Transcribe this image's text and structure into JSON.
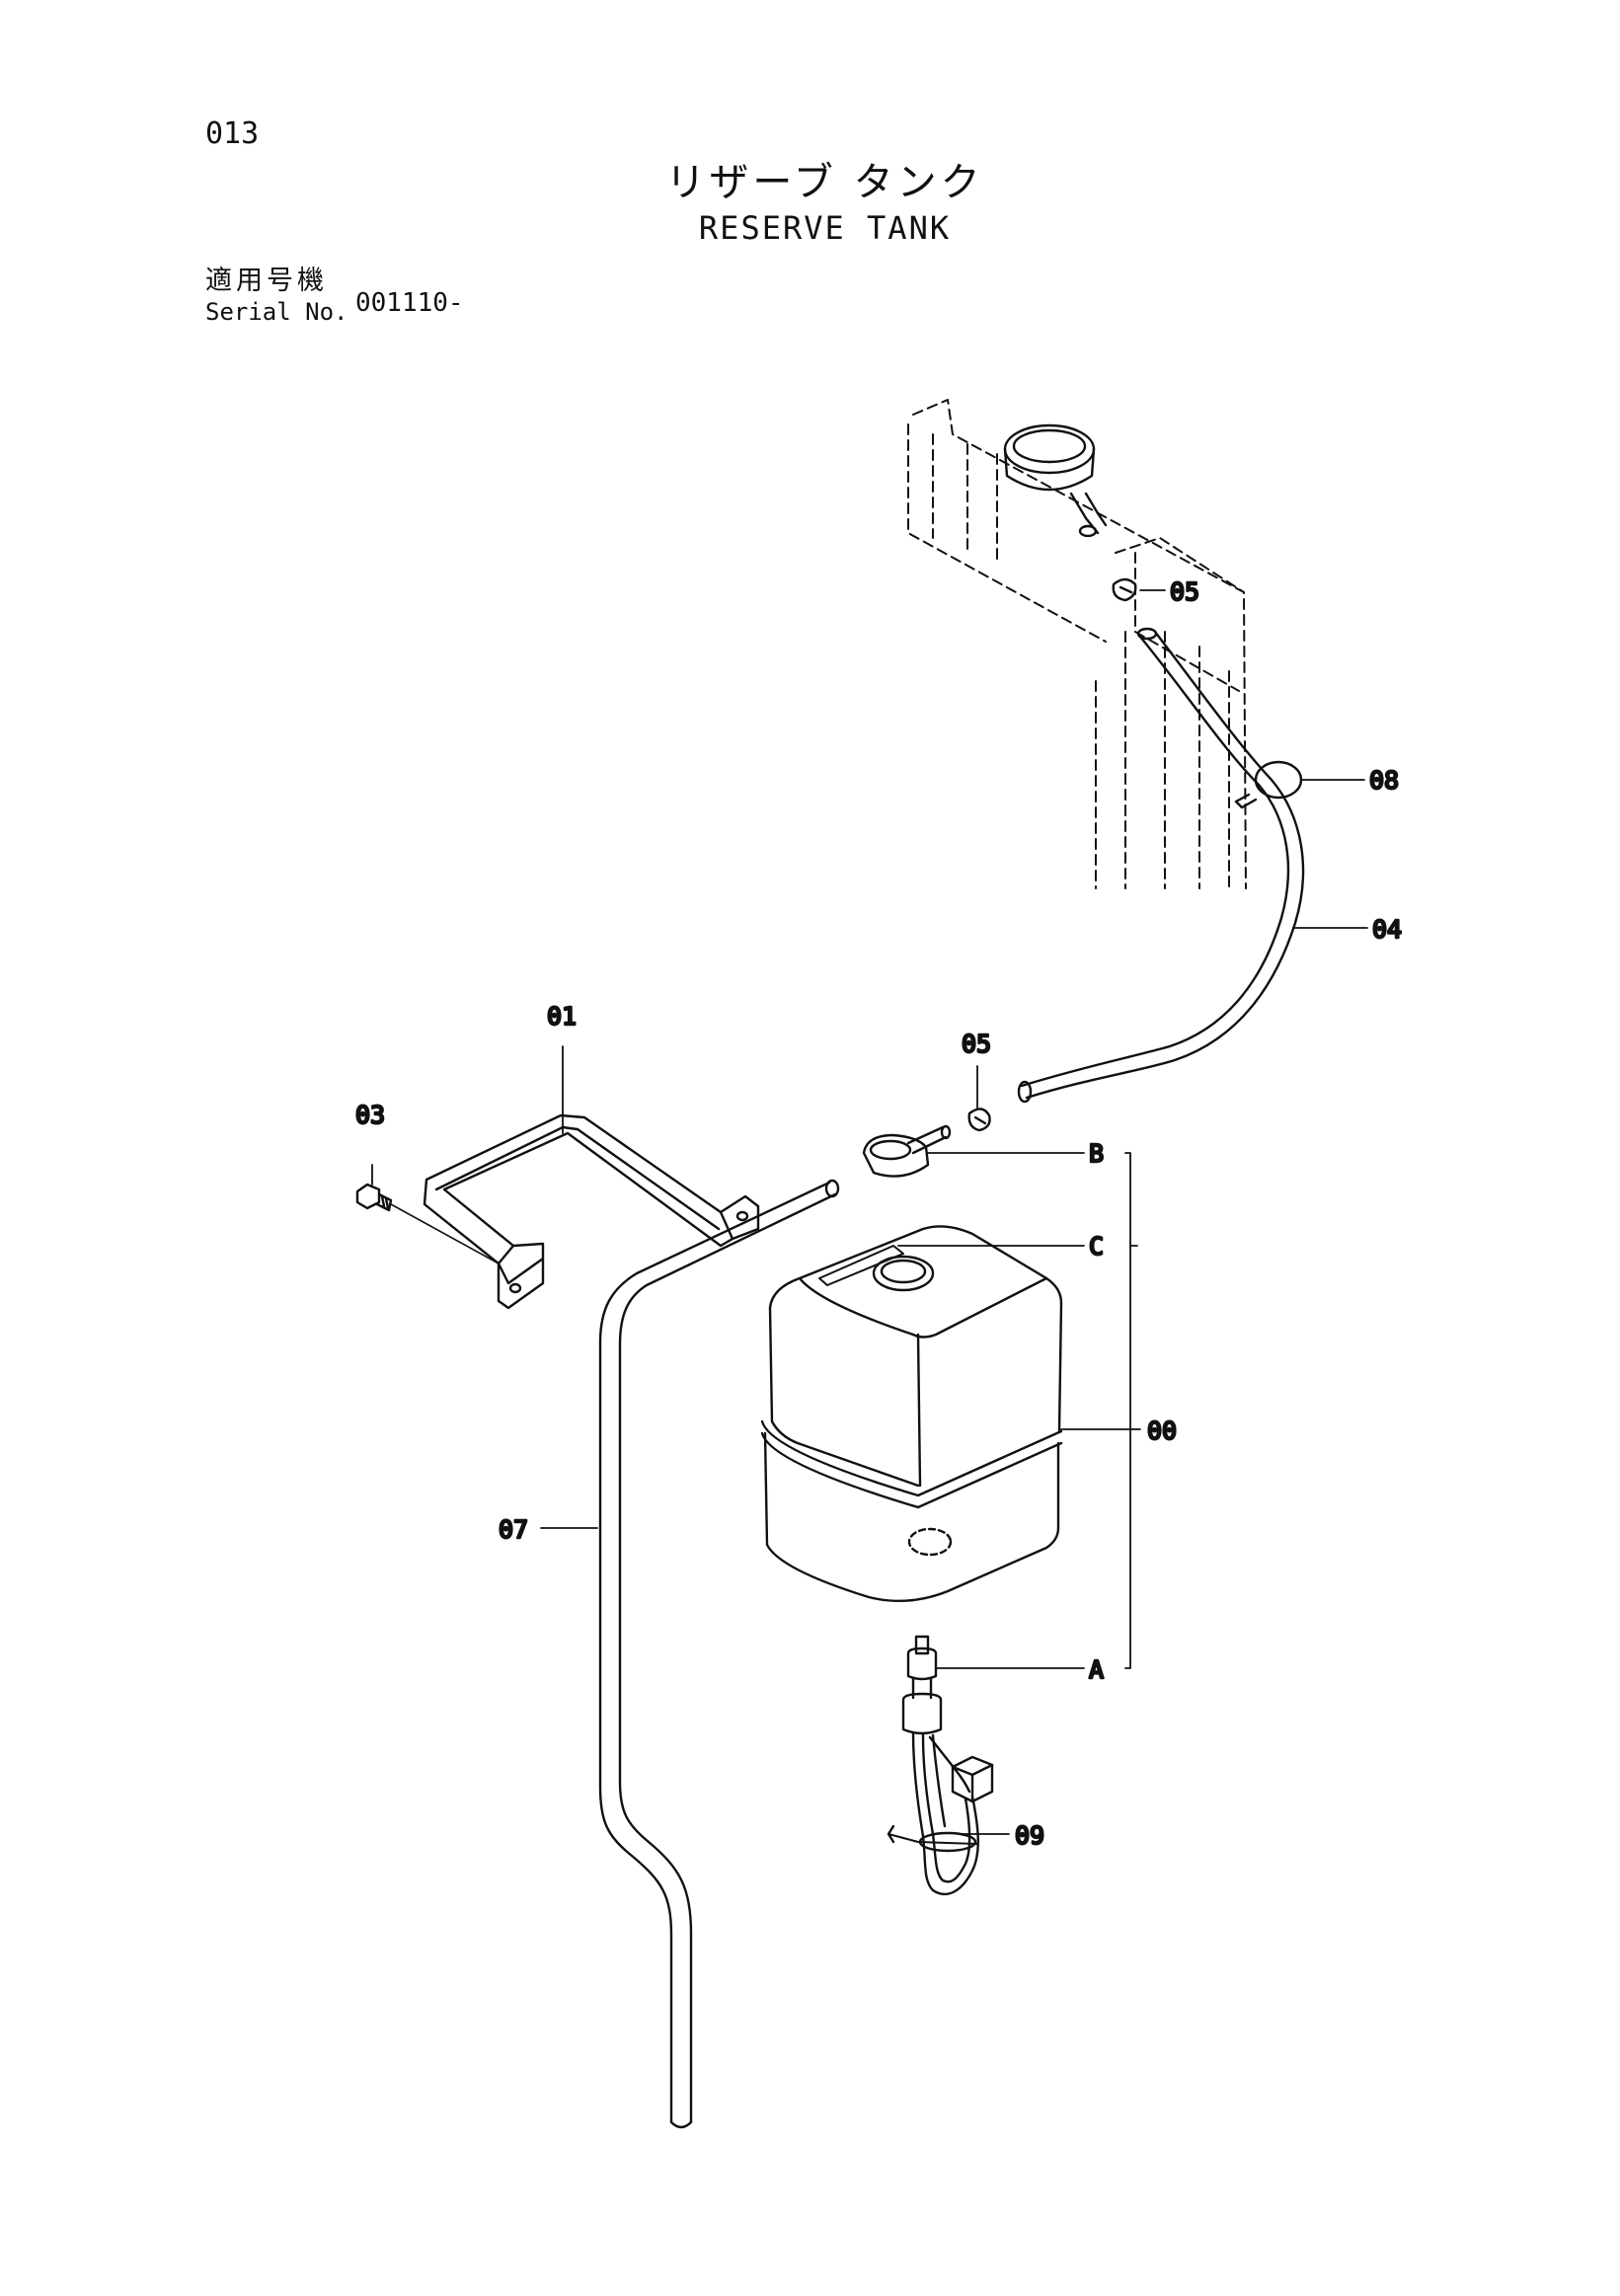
{
  "page_number": "013",
  "title_ja": "リザーブ タンク",
  "title_en": "RESERVE TANK",
  "serial": {
    "label_ja": "適用号機",
    "label_en": "Serial No.",
    "value": "001110-"
  },
  "callouts": {
    "c00": "00",
    "c01": "01",
    "c03": "03",
    "c04": "04",
    "c05_top": "05",
    "c05_mid": "05",
    "c07": "07",
    "c08": "08",
    "c09": "09",
    "cA": "A",
    "cB": "B",
    "cC": "C"
  },
  "colors": {
    "ink": "#111111",
    "paper": "#ffffff"
  }
}
